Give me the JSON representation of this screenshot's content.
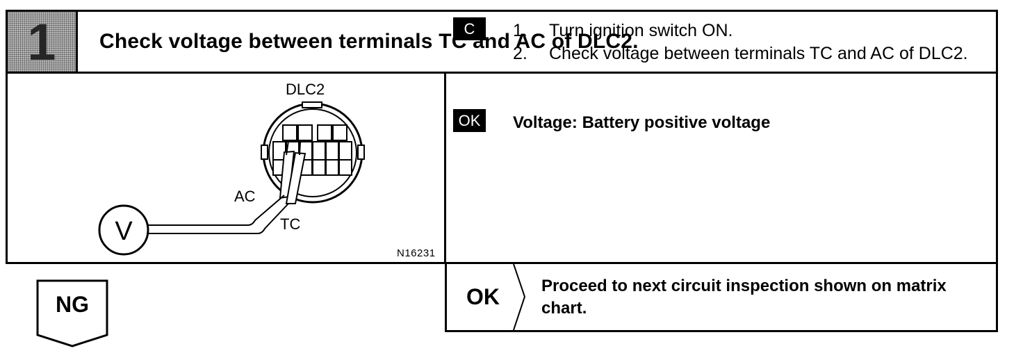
{
  "header": {
    "step_number": "1",
    "title": "Check voltage between terminals TC and AC of DLC2."
  },
  "diagram": {
    "connector_label": "DLC2",
    "terminal_ac_label": "AC",
    "terminal_tc_label": "TC",
    "meter_label": "V",
    "figure_code": "N16231"
  },
  "instructions": {
    "condition_badge": "C",
    "steps": [
      {
        "num": "1.",
        "text": "Turn ignition switch ON."
      },
      {
        "num": "2.",
        "text": "Check voltage between terminals TC and AC of DLC2."
      }
    ],
    "ok_badge": "OK",
    "ok_spec": "Voltage:  Battery positive voltage"
  },
  "ok_result": {
    "label": "OK",
    "text": "Proceed to next circuit inspection shown on matrix chart."
  },
  "ng_result": {
    "label": "NG"
  }
}
